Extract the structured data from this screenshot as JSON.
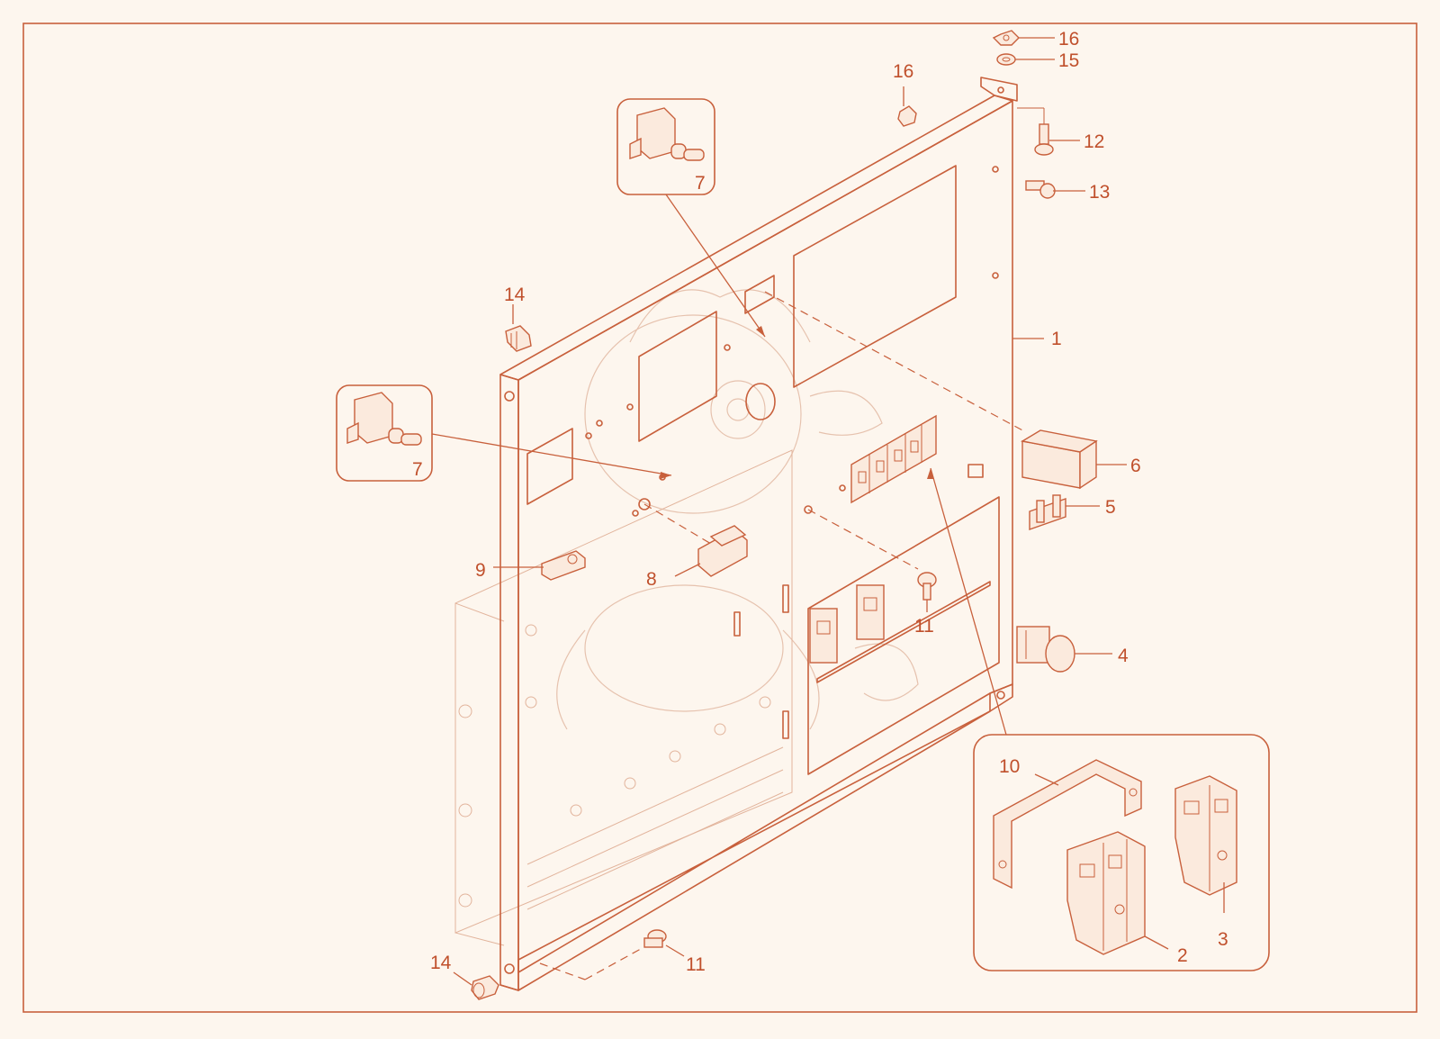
{
  "palette": {
    "line": "#c8603c",
    "text": "#c0502c",
    "background": "#fdf6ee",
    "fill": "#fbeadd"
  },
  "callouts": {
    "c1": "1",
    "c2": "2",
    "c3": "3",
    "c4": "4",
    "c5": "5",
    "c6": "6",
    "c7a": "7",
    "c7b": "7",
    "c8": "8",
    "c9": "9",
    "c10": "10",
    "c11a": "11",
    "c11b": "11",
    "c12": "12",
    "c13": "13",
    "c14a": "14",
    "c14b": "14",
    "c15": "15",
    "c16a": "16",
    "c16b": "16"
  }
}
